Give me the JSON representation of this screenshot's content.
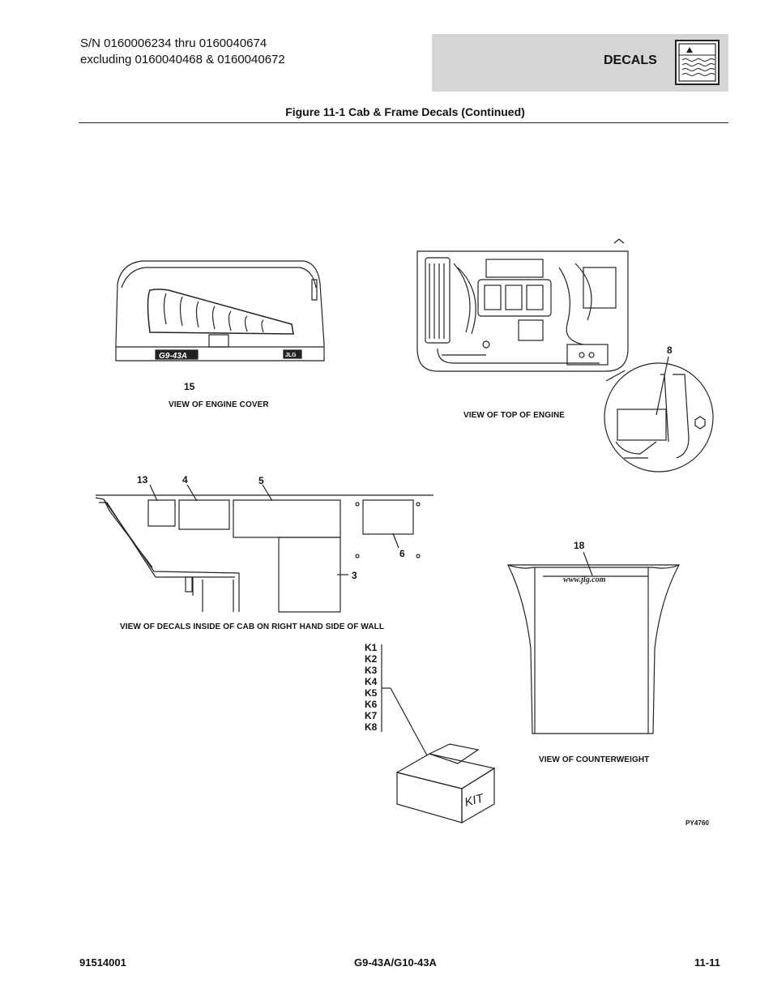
{
  "header": {
    "serial_line1": "S/N 0160006234 thru 0160040674",
    "serial_line2": "excluding 0160040468 & 0160040672",
    "section_title": "DECALS",
    "section_icon": "decal-icon"
  },
  "figure": {
    "title": "Figure 11-1 Cab & Frame Decals (Continued)",
    "drawing_id": "PY4760"
  },
  "views": {
    "engine_cover": {
      "caption": "VIEW OF ENGINE COVER",
      "callout": "15",
      "model_text": "G9-43A",
      "brand": "JLG"
    },
    "top_of_engine": {
      "caption": "VIEW OF TOP OF ENGINE",
      "callout": "8"
    },
    "cab_wall": {
      "caption": "VIEW OF DECALS INSIDE OF CAB ON RIGHT HAND SIDE OF WALL",
      "callouts": [
        "13",
        "4",
        "5",
        "6",
        "3"
      ]
    },
    "counterweight": {
      "caption": "VIEW OF COUNTERWEIGHT",
      "callout": "18",
      "url_text": "www.jlg.com"
    },
    "kit": {
      "items": [
        "K1",
        "K2",
        "K3",
        "K4",
        "K5",
        "K6",
        "K7",
        "K8"
      ],
      "box_label": "KIT"
    }
  },
  "footer": {
    "part_number": "91514001",
    "model": "G9-43A/G10-43A",
    "page": "11-11"
  }
}
